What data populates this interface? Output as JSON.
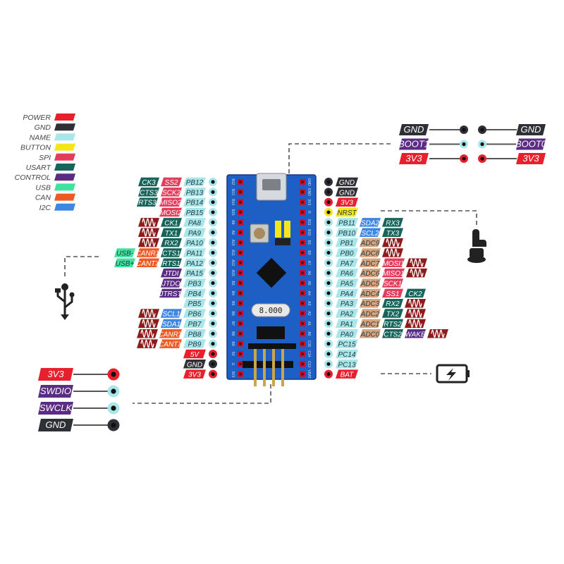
{
  "colors": {
    "power": "#e8202e",
    "gnd": "#2f2f36",
    "name": "#a9e6ea",
    "button": "#f5e61c",
    "spi": "#e23d5c",
    "usart": "#16645a",
    "control": "#5b2c83",
    "usb": "#41e29d",
    "can": "#ec5a26",
    "i2c": "#3f86e3",
    "adc": "#d8a47e",
    "wave": "#8e1c1c",
    "board": "#1d5fc4"
  },
  "legend": [
    {
      "label": "POWER",
      "color": "power"
    },
    {
      "label": "GND",
      "color": "gnd"
    },
    {
      "label": "NAME",
      "color": "name"
    },
    {
      "label": "BUTTON",
      "color": "button"
    },
    {
      "label": "SPI",
      "color": "spi"
    },
    {
      "label": "USART",
      "color": "usart"
    },
    {
      "label": "CONTROL",
      "color": "control"
    },
    {
      "label": "USB",
      "color": "usb"
    },
    {
      "label": "CAN",
      "color": "can"
    },
    {
      "label": "I2C",
      "color": "i2c"
    }
  ],
  "left_pins": [
    {
      "name": "PB12",
      "pin": "name",
      "funcs": [
        {
          "t": "SS2",
          "c": "spi"
        },
        {
          "t": "CK3",
          "c": "usart"
        }
      ]
    },
    {
      "name": "PB13",
      "pin": "name",
      "funcs": [
        {
          "t": "SCK2",
          "c": "spi"
        },
        {
          "t": "CTS3",
          "c": "usart"
        }
      ]
    },
    {
      "name": "PB14",
      "pin": "name",
      "funcs": [
        {
          "t": "MISO2",
          "c": "spi"
        },
        {
          "t": "RTS3",
          "c": "usart"
        }
      ]
    },
    {
      "name": "PB15",
      "pin": "name",
      "funcs": [
        {
          "t": "MOSI2",
          "c": "spi"
        }
      ]
    },
    {
      "name": "PA8",
      "pin": "name",
      "funcs": [
        {
          "t": "CK1",
          "c": "usart"
        },
        {
          "t": "~",
          "c": "wave"
        }
      ]
    },
    {
      "name": "PA9",
      "pin": "name",
      "funcs": [
        {
          "t": "TX1",
          "c": "usart"
        },
        {
          "t": "~",
          "c": "wave"
        }
      ]
    },
    {
      "name": "PA10",
      "pin": "name",
      "funcs": [
        {
          "t": "RX2",
          "c": "usart"
        },
        {
          "t": "~",
          "c": "wave"
        }
      ]
    },
    {
      "name": "PA11",
      "pin": "name",
      "funcs": [
        {
          "t": "CTS1",
          "c": "usart"
        },
        {
          "t": "CANRX",
          "c": "can"
        },
        {
          "t": "USB-",
          "c": "usb"
        }
      ]
    },
    {
      "name": "PA12",
      "pin": "name",
      "funcs": [
        {
          "t": "RTS1",
          "c": "usart"
        },
        {
          "t": "CANTX",
          "c": "can"
        },
        {
          "t": "USB+",
          "c": "usb"
        }
      ]
    },
    {
      "name": "PA15",
      "pin": "name",
      "funcs": [
        {
          "t": "JTDI",
          "c": "control"
        }
      ]
    },
    {
      "name": "PB3",
      "pin": "name",
      "funcs": [
        {
          "t": "JTDO",
          "c": "control"
        }
      ]
    },
    {
      "name": "PB4",
      "pin": "name",
      "funcs": [
        {
          "t": "JTRST",
          "c": "control"
        }
      ]
    },
    {
      "name": "PB5",
      "pin": "name",
      "funcs": []
    },
    {
      "name": "PB6",
      "pin": "name",
      "funcs": [
        {
          "t": "SCL1",
          "c": "i2c"
        },
        {
          "t": "~",
          "c": "wave"
        }
      ]
    },
    {
      "name": "PB7",
      "pin": "name",
      "funcs": [
        {
          "t": "SDA1",
          "c": "i2c"
        },
        {
          "t": "~",
          "c": "wave"
        }
      ]
    },
    {
      "name": "PB8",
      "pin": "name",
      "funcs": [
        {
          "t": "CANRX",
          "c": "can"
        },
        {
          "t": "~",
          "c": "wave"
        }
      ]
    },
    {
      "name": "PB9",
      "pin": "name",
      "funcs": [
        {
          "t": "CANTX",
          "c": "can"
        },
        {
          "t": "~",
          "c": "wave"
        }
      ]
    },
    {
      "name": "5V",
      "pin": "power",
      "funcs": []
    },
    {
      "name": "GND",
      "pin": "gnd",
      "funcs": []
    },
    {
      "name": "3V3",
      "pin": "power",
      "funcs": []
    }
  ],
  "right_pins": [
    {
      "name": "GND",
      "pin": "gnd",
      "funcs": []
    },
    {
      "name": "GND",
      "pin": "gnd",
      "funcs": []
    },
    {
      "name": "3V3",
      "pin": "power",
      "funcs": []
    },
    {
      "name": "NRST",
      "pin": "button",
      "funcs": []
    },
    {
      "name": "PB11",
      "pin": "name",
      "funcs": [
        {
          "t": "SDA2",
          "c": "i2c"
        },
        {
          "t": "RX3",
          "c": "usart"
        }
      ]
    },
    {
      "name": "PB10",
      "pin": "name",
      "funcs": [
        {
          "t": "SCL2",
          "c": "i2c"
        },
        {
          "t": "TX3",
          "c": "usart"
        }
      ]
    },
    {
      "name": "PB1",
      "pin": "name",
      "funcs": [
        {
          "t": "ADC9",
          "c": "adc"
        },
        {
          "t": "~",
          "c": "wave"
        }
      ]
    },
    {
      "name": "PB0",
      "pin": "name",
      "funcs": [
        {
          "t": "ADC8",
          "c": "adc"
        },
        {
          "t": "~",
          "c": "wave"
        }
      ]
    },
    {
      "name": "PA7",
      "pin": "name",
      "funcs": [
        {
          "t": "ADC7",
          "c": "adc"
        },
        {
          "t": "MOSI1",
          "c": "spi"
        },
        {
          "t": "~",
          "c": "wave"
        }
      ]
    },
    {
      "name": "PA6",
      "pin": "name",
      "funcs": [
        {
          "t": "ADC6",
          "c": "adc"
        },
        {
          "t": "MISO1",
          "c": "spi"
        },
        {
          "t": "~",
          "c": "wave"
        }
      ]
    },
    {
      "name": "PA5",
      "pin": "name",
      "funcs": [
        {
          "t": "ADC5",
          "c": "adc"
        },
        {
          "t": "SCK1",
          "c": "spi"
        }
      ]
    },
    {
      "name": "PA4",
      "pin": "name",
      "funcs": [
        {
          "t": "ADC4",
          "c": "adc"
        },
        {
          "t": "SS1",
          "c": "spi"
        },
        {
          "t": "CK2",
          "c": "usart"
        }
      ]
    },
    {
      "name": "PA3",
      "pin": "name",
      "funcs": [
        {
          "t": "ADC3",
          "c": "adc"
        },
        {
          "t": "RX2",
          "c": "usart"
        },
        {
          "t": "~",
          "c": "wave"
        }
      ]
    },
    {
      "name": "PA2",
      "pin": "name",
      "funcs": [
        {
          "t": "ADC2",
          "c": "adc"
        },
        {
          "t": "TX2",
          "c": "usart"
        },
        {
          "t": "~",
          "c": "wave"
        }
      ]
    },
    {
      "name": "PA1",
      "pin": "name",
      "funcs": [
        {
          "t": "ADC1",
          "c": "adc"
        },
        {
          "t": "RTS2",
          "c": "usart"
        },
        {
          "t": "~",
          "c": "wave"
        }
      ]
    },
    {
      "name": "PA0",
      "pin": "name",
      "funcs": [
        {
          "t": "ADC0",
          "c": "adc"
        },
        {
          "t": "CTS2",
          "c": "usart"
        },
        {
          "t": "WAKE",
          "c": "control"
        },
        {
          "t": "~",
          "c": "wave"
        }
      ]
    },
    {
      "name": "PC15",
      "pin": "name",
      "funcs": []
    },
    {
      "name": "PC14",
      "pin": "name",
      "funcs": []
    },
    {
      "name": "PC13",
      "pin": "name",
      "funcs": []
    },
    {
      "name": "BAT",
      "pin": "power",
      "funcs": []
    }
  ],
  "boot_header": [
    {
      "left": "GND",
      "lc": "gnd",
      "right": "GND",
      "rc": "gnd",
      "dot": "gnd"
    },
    {
      "left": "BOOT1",
      "lc": "control",
      "right": "BOOT0",
      "rc": "control",
      "dot": "name"
    },
    {
      "left": "3V3",
      "lc": "power",
      "right": "3V3",
      "rc": "power",
      "dot": "power"
    }
  ],
  "swd_header": [
    {
      "label": "3V3",
      "color": "power",
      "dot": "power"
    },
    {
      "label": "SWDIO",
      "color": "control",
      "dot": "name"
    },
    {
      "label": "SWCLK",
      "color": "control",
      "dot": "name"
    },
    {
      "label": "GND",
      "color": "gnd",
      "dot": "gnd"
    }
  ],
  "board": {
    "crystal": "8.000",
    "left_silk": [
      "B12",
      "B13",
      "B14",
      "B15",
      "A8",
      "A9",
      "A10",
      "A11",
      "A12",
      "A15",
      "B3",
      "B4",
      "B5",
      "B6",
      "B7",
      "B8",
      "B9",
      "5V",
      "G",
      "3V3"
    ],
    "right_silk": [
      "GND",
      "GND",
      "3V3",
      "R",
      "B11",
      "B10",
      "B1",
      "B0",
      "A7",
      "A6",
      "A5",
      "A4",
      "A3",
      "A2",
      "A1",
      "A0",
      "C15",
      "C14",
      "C13",
      "VBAT"
    ]
  },
  "icons": {
    "usb": "usb-icon",
    "reset_button": "hand-press-icon",
    "battery": "battery-icon"
  }
}
